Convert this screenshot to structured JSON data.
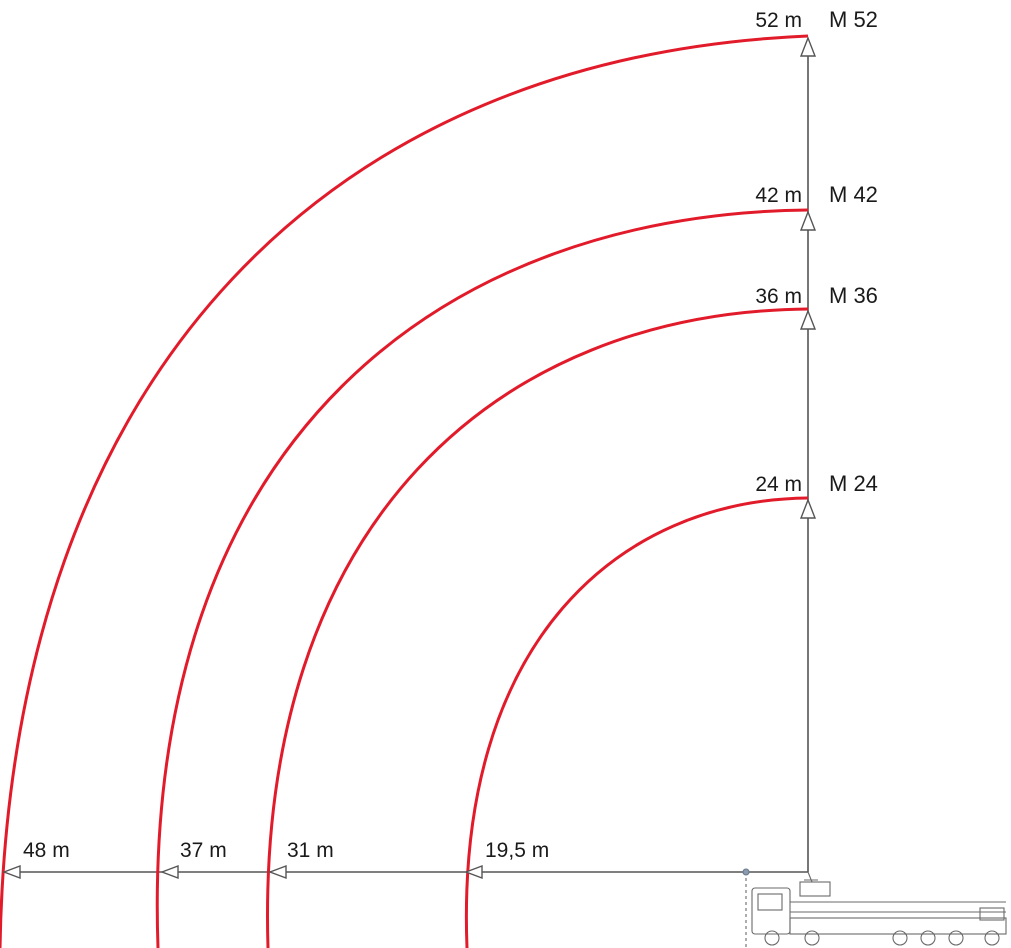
{
  "diagram": {
    "models": [
      {
        "model": "M 52",
        "height_label": "52 m",
        "reach_label": "48 m",
        "arc_color": "#e21b2b"
      },
      {
        "model": "M 42",
        "height_label": "42 m",
        "reach_label": "37 m",
        "arc_color": "#e21b2b"
      },
      {
        "model": "M 36",
        "height_label": "36 m",
        "reach_label": "31 m",
        "arc_color": "#e21b2b"
      },
      {
        "model": "M 24",
        "height_label": "24 m",
        "reach_label": "19,5 m",
        "arc_color": "#e21b2b"
      }
    ],
    "axis_color": "#555555"
  }
}
